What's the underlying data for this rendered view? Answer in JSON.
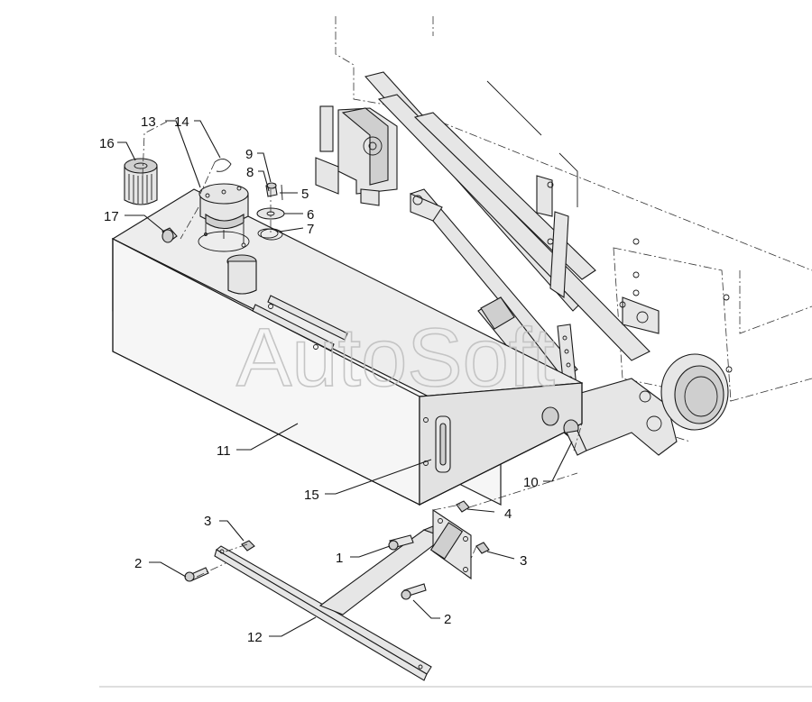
{
  "watermark": "AutoSoft",
  "callouts": {
    "c1": "1",
    "c2a": "2",
    "c2b": "2",
    "c3a": "3",
    "c3b": "3",
    "c4": "4",
    "c5": "5",
    "c6": "6",
    "c7": "7",
    "c8": "8",
    "c9": "9",
    "c10": "10",
    "c11": "11",
    "c12": "12",
    "c13": "13",
    "c14": "14",
    "c15": "15",
    "c16": "16",
    "c17": "17"
  }
}
